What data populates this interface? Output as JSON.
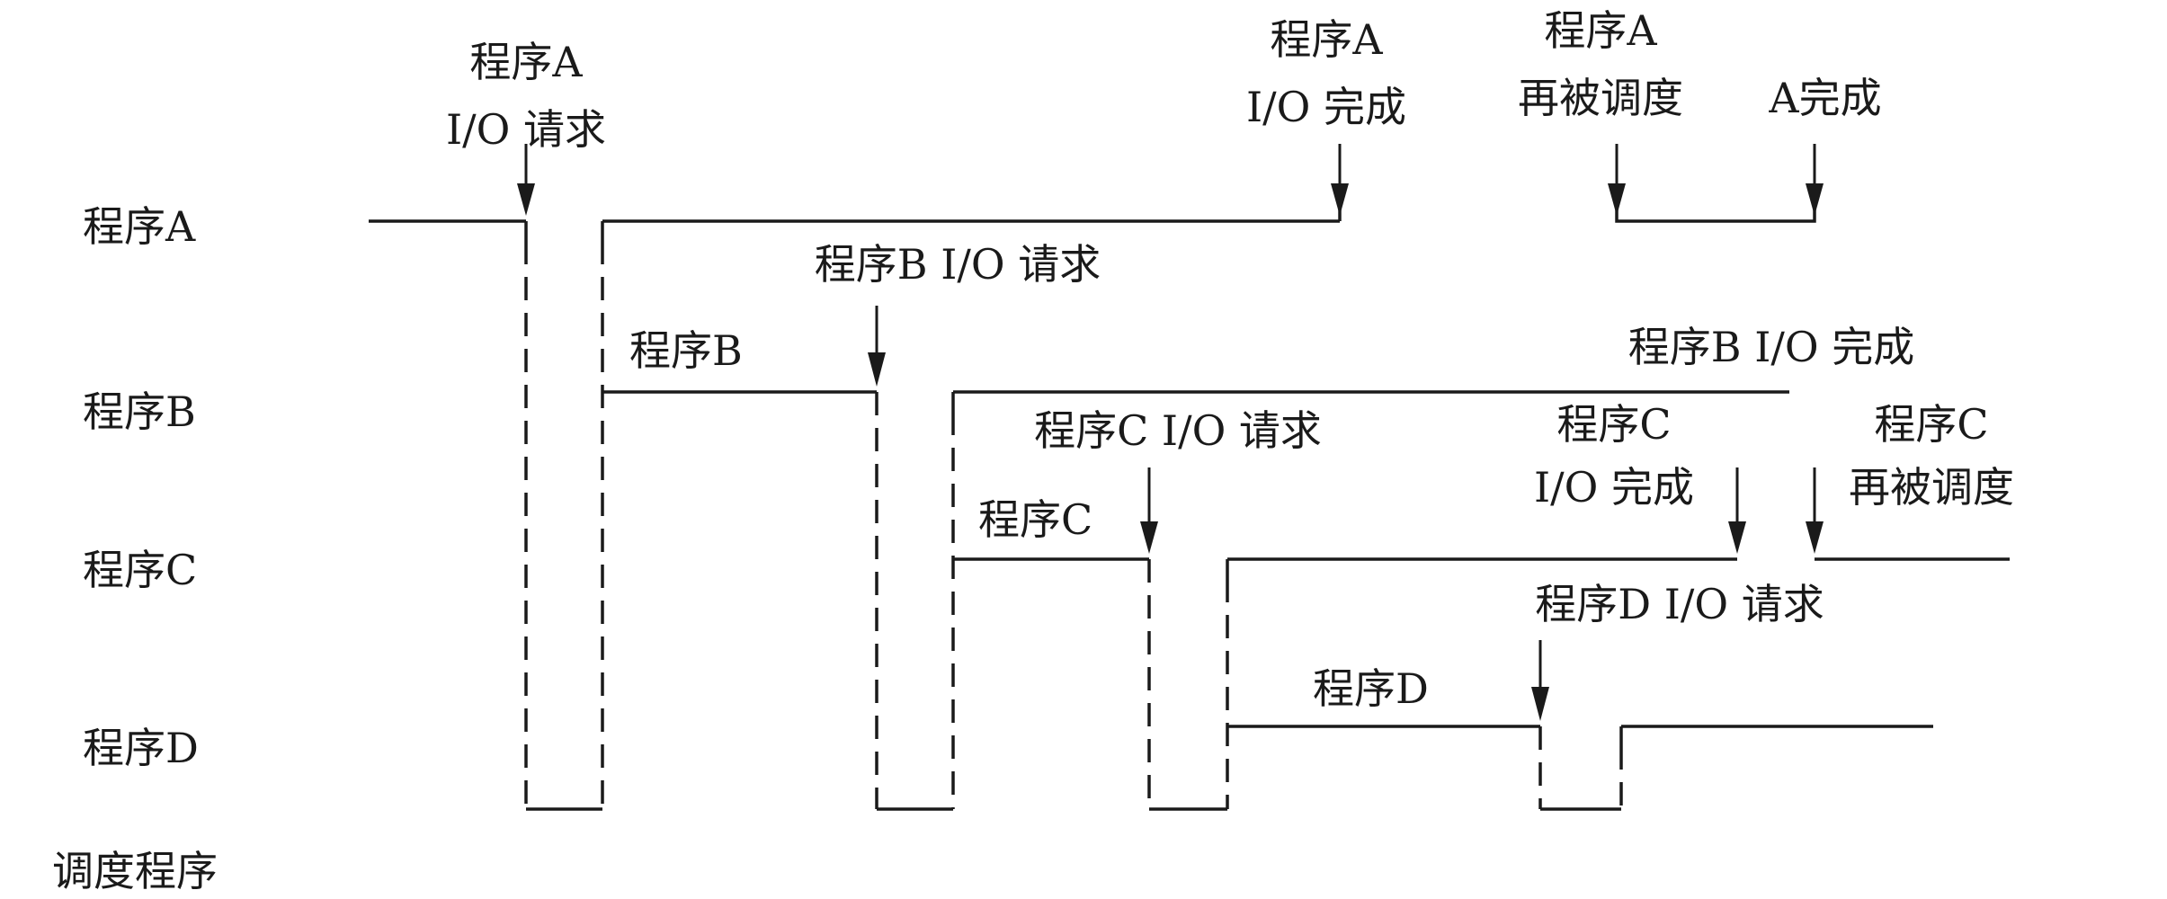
{
  "rows": {
    "a": "程序A",
    "b": "程序B",
    "c": "程序C",
    "d": "程序D",
    "scheduler": "调度程序"
  },
  "segments": {
    "b": "程序B",
    "c": "程序C",
    "d": "程序D"
  },
  "events": {
    "a_io_request": [
      "程序A",
      "I/O 请求"
    ],
    "a_io_complete": [
      "程序A",
      "I/O 完成"
    ],
    "a_rescheduled": [
      "程序A",
      "再被调度"
    ],
    "a_complete": "A完成",
    "b_io_request": "程序B I/O 请求",
    "b_io_complete": "程序B I/O 完成",
    "c_io_request": "程序C I/O 请求",
    "c_io_complete": [
      "程序C",
      "I/O 完成"
    ],
    "c_rescheduled": [
      "程序C",
      "再被调度"
    ],
    "d_io_request": "程序D I/O 请求"
  }
}
